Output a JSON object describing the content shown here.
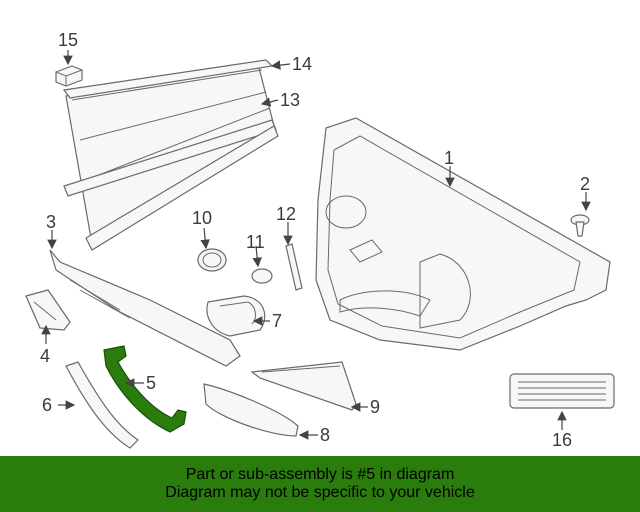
{
  "diagram": {
    "callouts": [
      "1",
      "2",
      "3",
      "4",
      "5",
      "6",
      "7",
      "8",
      "9",
      "10",
      "11",
      "12",
      "13",
      "14",
      "15",
      "16"
    ],
    "highlight_color": "#2a7d0c",
    "highlighted_part": "5"
  },
  "banner": {
    "line1": "Part or sub-assembly is #5 in diagram",
    "line2": "Diagram may not be specific to your vehicle",
    "color": "#2a7d0c"
  }
}
